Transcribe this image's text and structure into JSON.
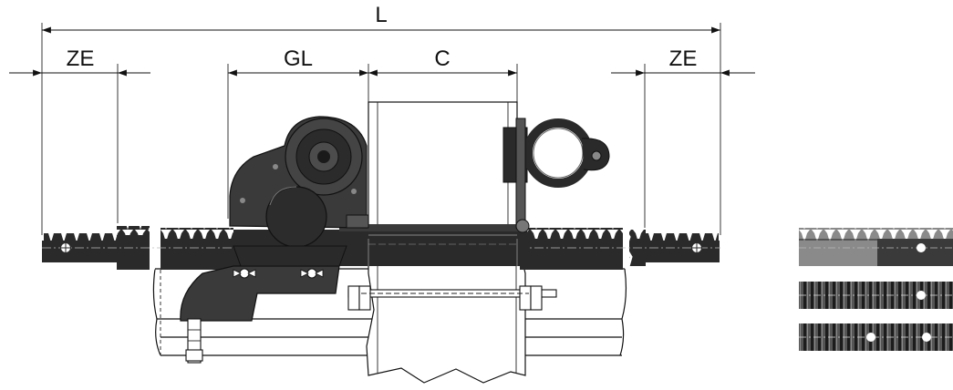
{
  "labels": {
    "total_length": "L",
    "zero_end_left": "ZE",
    "gear_length": "GL",
    "column": "C",
    "zero_end_right": "ZE"
  },
  "colors": {
    "rack": "#2a2a2a",
    "motor": "#3a3a3a",
    "background": "#ffffff",
    "line": "#111111"
  }
}
